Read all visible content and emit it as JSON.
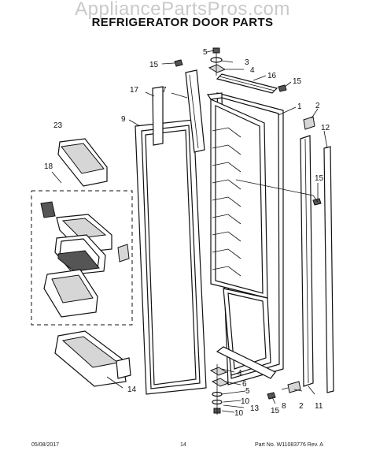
{
  "watermark": "AppliancePartsPros.com",
  "title": "REFRIGERATOR DOOR PARTS",
  "footer": {
    "date": "05/08/2017",
    "page": "14",
    "part_no": "Part No. W11083776  Rev. A"
  },
  "callouts": {
    "c1": "1",
    "c2a": "2",
    "c2b": "2",
    "c3": "3",
    "c4a": "4",
    "c4b": "4",
    "c5a": "5",
    "c5b": "5",
    "c6": "6",
    "c7": "7",
    "c8": "8",
    "c9": "9",
    "c10a": "10",
    "c10b": "10",
    "c11": "11",
    "c12": "12",
    "c13": "13",
    "c14": "14",
    "c15a": "15",
    "c15b": "15",
    "c15c": "15",
    "c15d": "15",
    "c16": "16",
    "c17": "17",
    "c18": "18",
    "c23": "23"
  }
}
